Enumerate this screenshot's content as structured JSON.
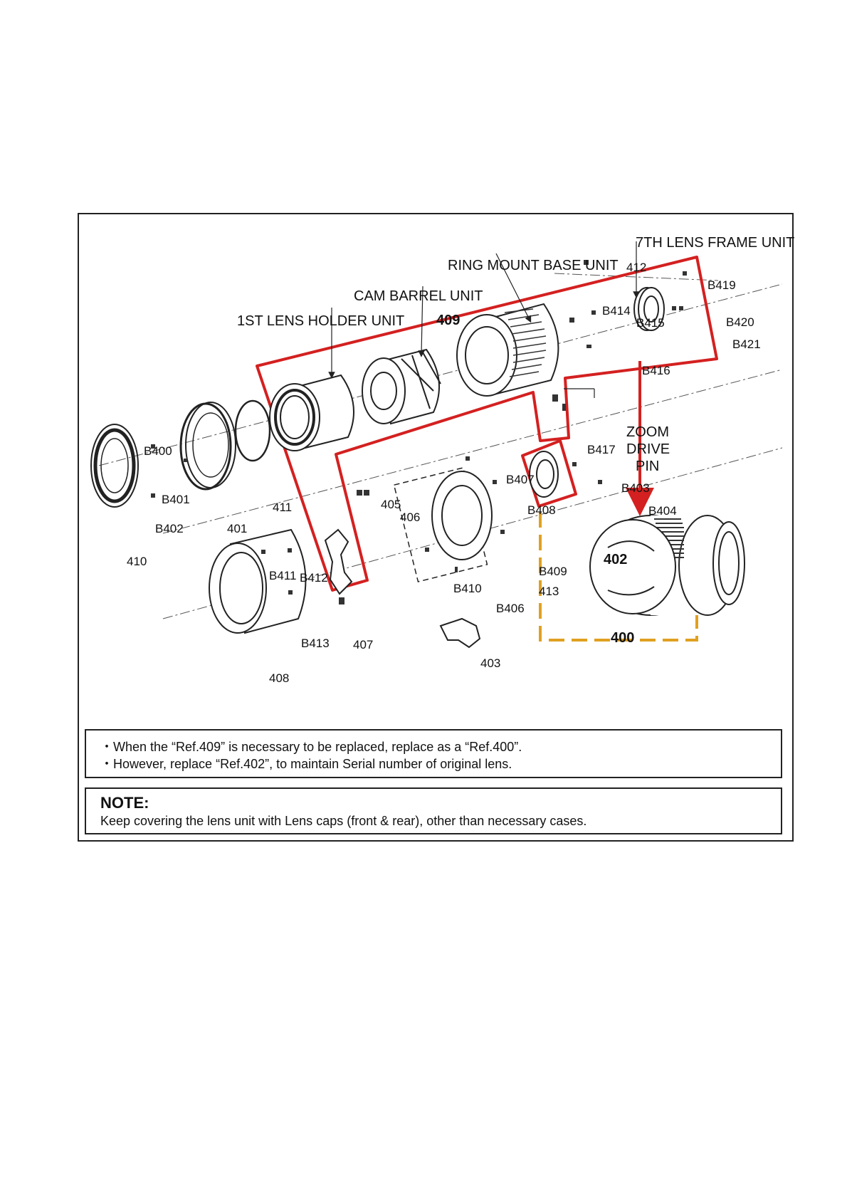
{
  "colors": {
    "highlight_red": "#d42020",
    "replacement_orange": "#e0a020",
    "line_black": "#222222"
  },
  "units": {
    "first_lens_holder": "1ST LENS HOLDER UNIT",
    "cam_barrel": "CAM BARREL UNIT",
    "ring_mount_base": "RING MOUNT BASE UNIT",
    "seventh_lens_frame": "7TH LENS FRAME UNIT",
    "zoom_drive_pin": [
      "ZOOM",
      "DRIVE",
      "PIN"
    ]
  },
  "refs": {
    "r409": "409",
    "r402": "402",
    "r400": "400",
    "r412": "412",
    "r405": "405",
    "r406": "406",
    "r407": "407",
    "r410": "410",
    "r401": "401",
    "r411": "411",
    "r408": "408",
    "r413": "413",
    "r403": "403",
    "b400": "B400",
    "b401": "B401",
    "b402": "B402",
    "b403": "B403",
    "b404": "B404",
    "b406": "B406",
    "b407": "B407",
    "b408": "B408",
    "b409": "B409",
    "b410": "B410",
    "b411": "B411",
    "b412": "B412",
    "b413": "B413",
    "b414": "B414",
    "b415": "B415",
    "b416": "B416",
    "b417": "B417",
    "b419": "B419",
    "b420": "B420",
    "b421": "B421"
  },
  "notes": {
    "line1": "・When the “Ref.409” is necessary to be replaced, replace as a “Ref.400”.",
    "line2": "・However, replace “Ref.402”, to maintain Serial number of original lens.",
    "title": "NOTE:",
    "body": "Keep covering the lens unit with Lens caps (front & rear), other than necessary cases."
  }
}
